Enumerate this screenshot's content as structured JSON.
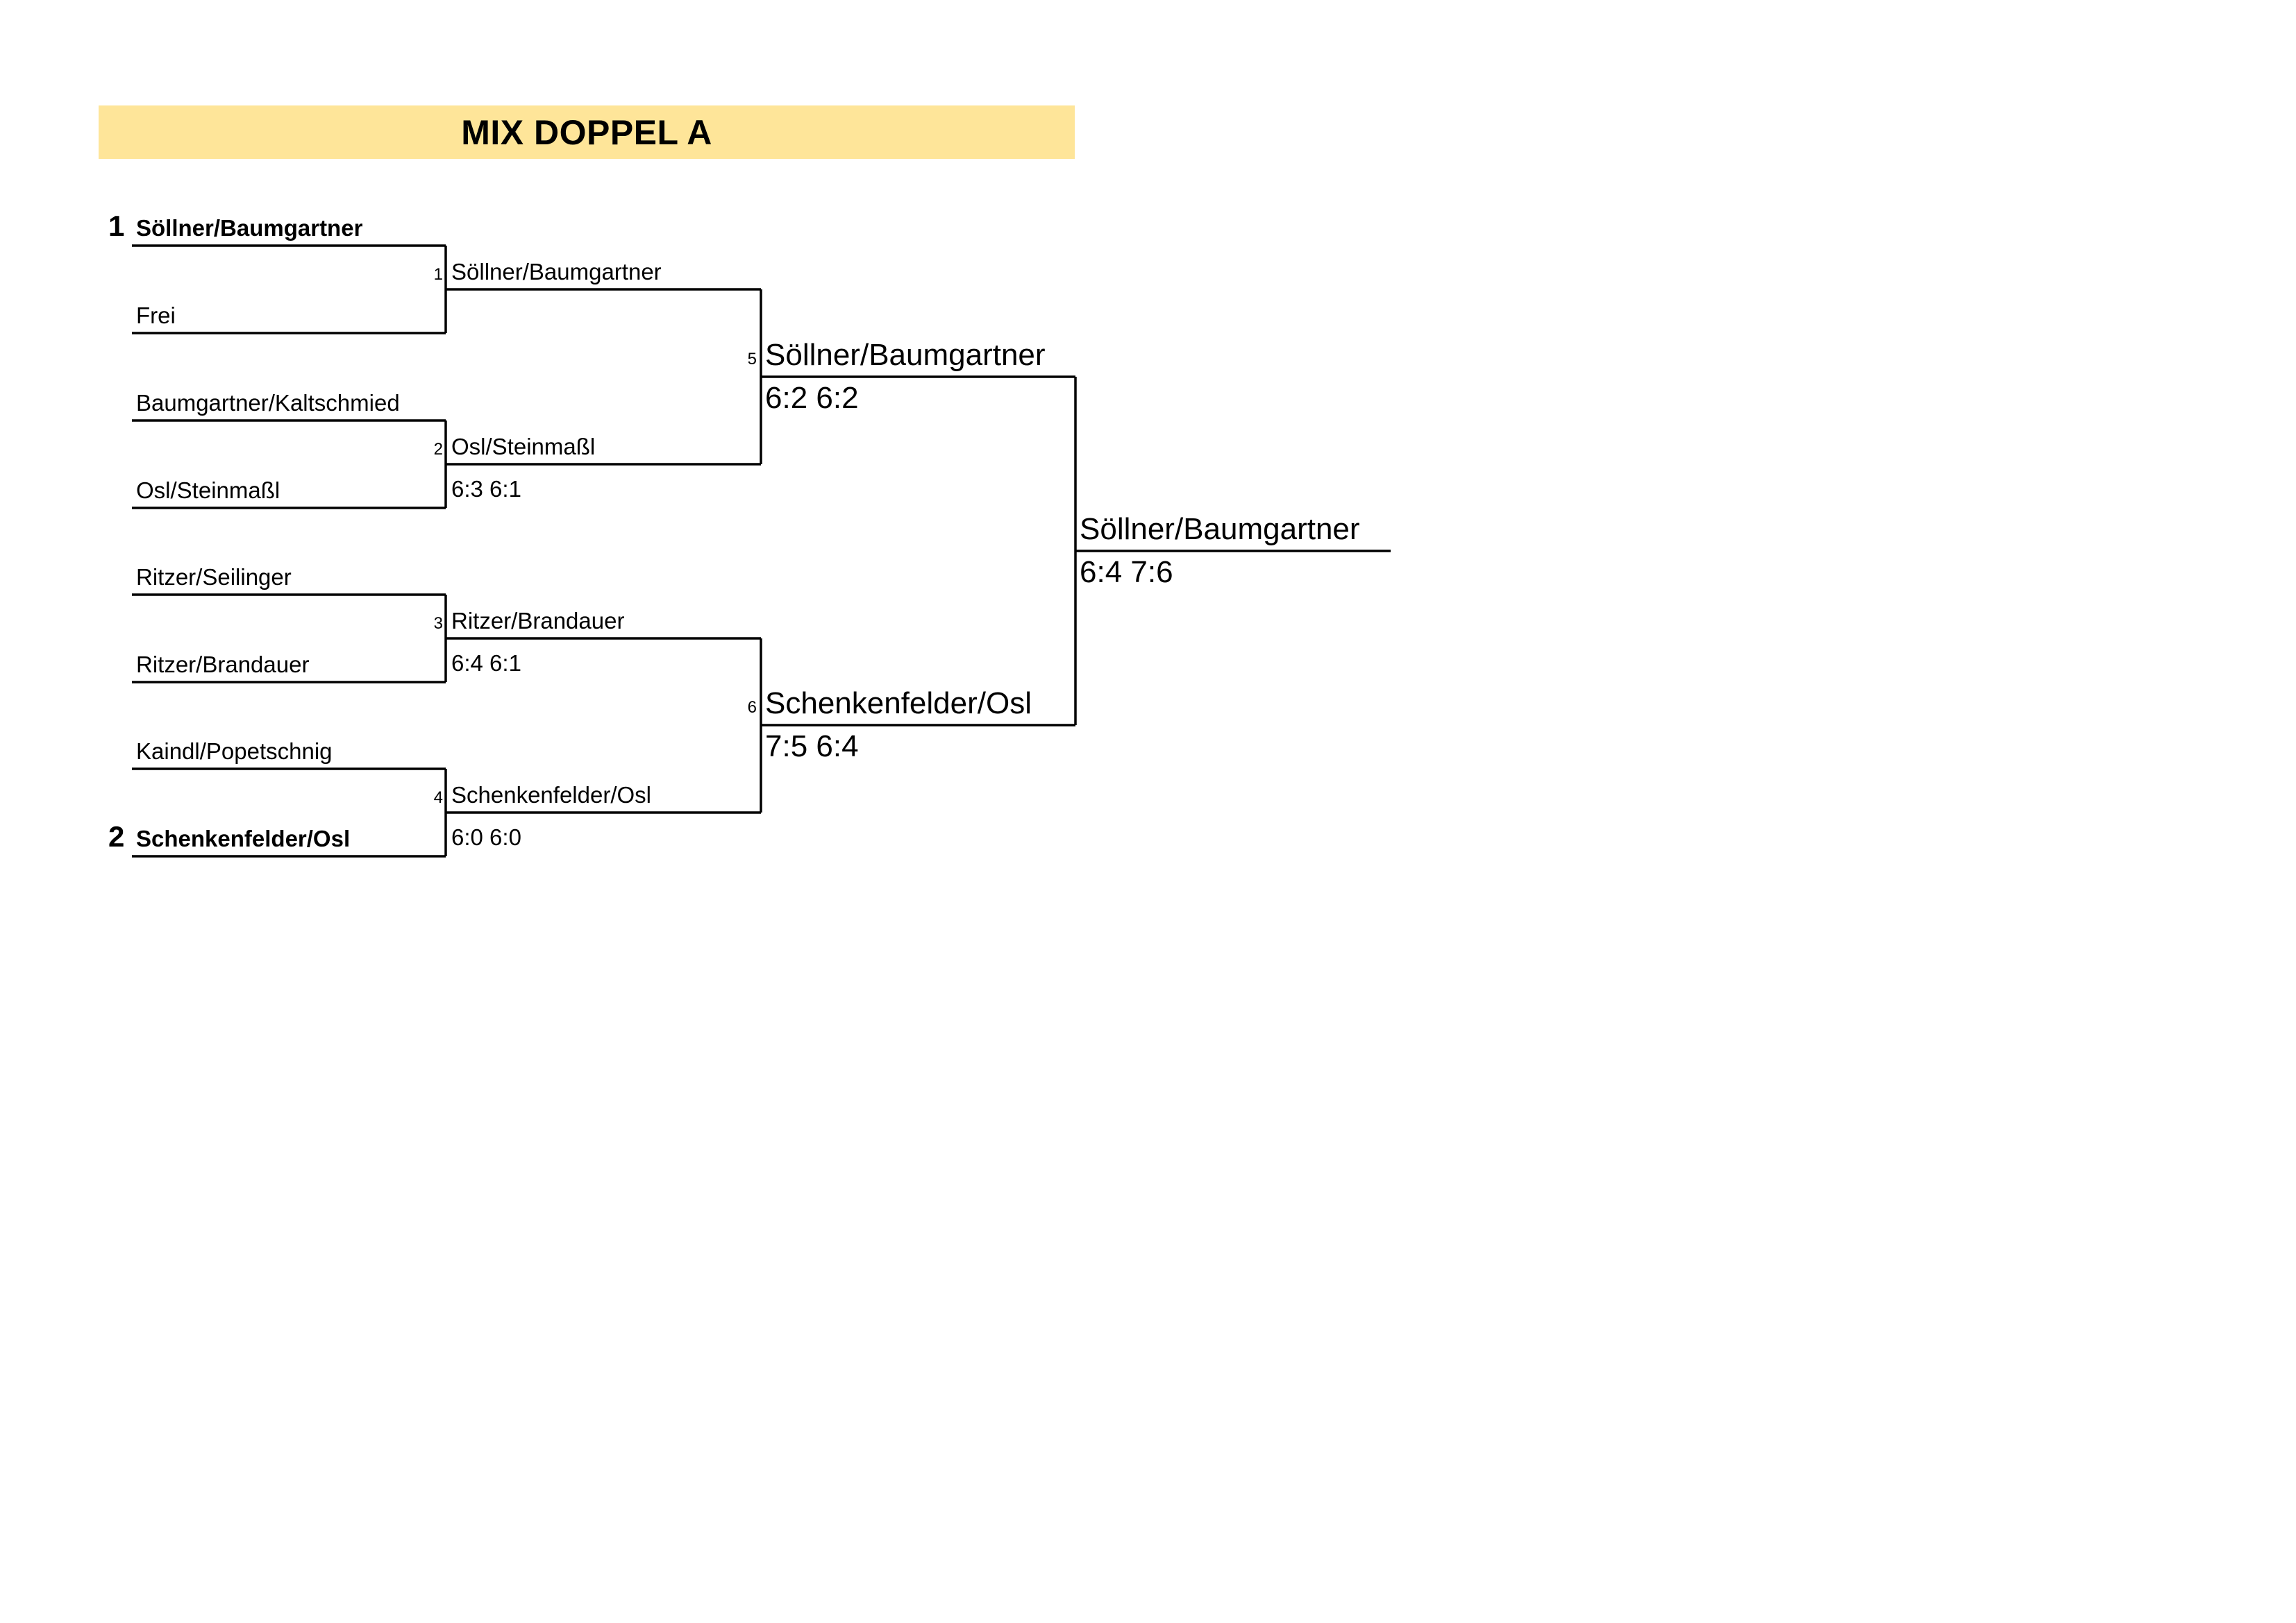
{
  "title": "MIX DOPPEL A",
  "seeds": [
    "1",
    "2"
  ],
  "entries": [
    "Söllner/Baumgartner",
    "Frei",
    "Baumgartner/Kaltschmied",
    "Osl/Steinmaßl",
    "Ritzer/Seilinger",
    "Ritzer/Brandauer",
    "Kaindl/Popetschnig",
    "Schenkenfelder/Osl"
  ],
  "quarterfinals": [
    {
      "match_no": "1",
      "winner": "Söllner/Baumgartner",
      "score": ""
    },
    {
      "match_no": "2",
      "winner": "Osl/Steinmaßl",
      "score": "6:3 6:1"
    },
    {
      "match_no": "3",
      "winner": "Ritzer/Brandauer",
      "score": "6:4 6:1"
    },
    {
      "match_no": "4",
      "winner": "Schenkenfelder/Osl",
      "score": "6:0 6:0"
    }
  ],
  "semifinals": [
    {
      "match_no": "5",
      "winner": "Söllner/Baumgartner",
      "score": "6:2 6:2"
    },
    {
      "match_no": "6",
      "winner": "Schenkenfelder/Osl",
      "score": "7:5 6:4"
    }
  ],
  "final": {
    "winner": "Söllner/Baumgartner",
    "score": "6:4 7:6"
  }
}
